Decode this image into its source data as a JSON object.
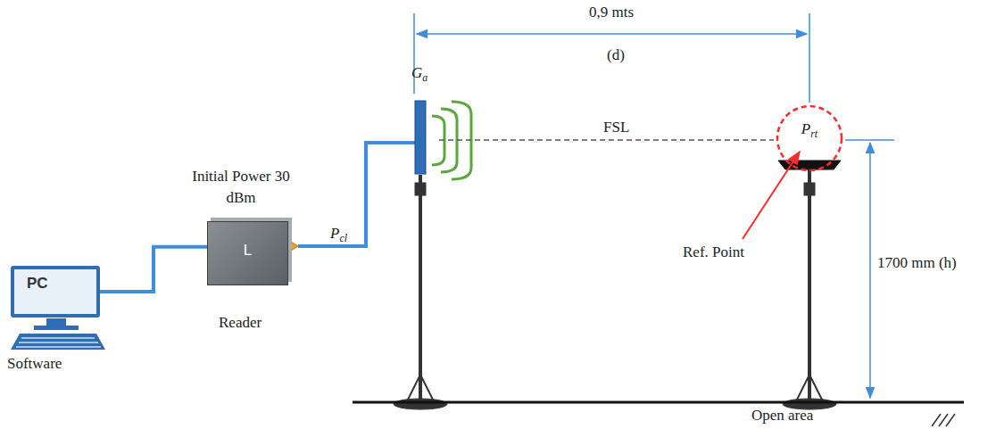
{
  "diagram": {
    "nodes": [
      {
        "text": [
          "PC"
        ]
      },
      {
        "text": [
          "L"
        ]
      },
      {
        "text": [
          "Prt"
        ]
      }
    ],
    "edges": [
      {
        "from": 0,
        "to": 1,
        "arrow": "none"
      }
    ],
    "labels": [
      "Initial Power 30 dBm",
      "Reader",
      "Software",
      "Pcl",
      "Ga",
      "0,9 mts",
      "(d)",
      "FSL",
      "Ref. Point",
      "1700 mm (h)",
      "Open area"
    ]
  }
}
